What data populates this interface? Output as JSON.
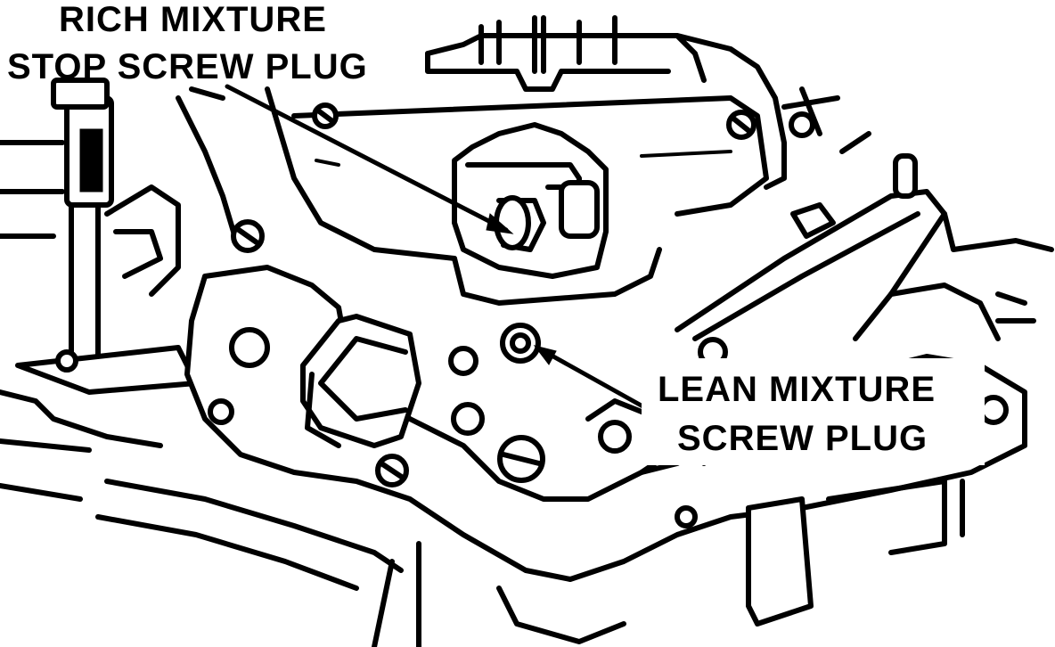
{
  "callouts": {
    "rich_plug": {
      "line1": "RICH MIXTURE",
      "line2": "STOP SCREW PLUG"
    },
    "lean_plug": {
      "line1": "LEAN MIXTURE",
      "line2": "SCREW PLUG"
    }
  },
  "colors": {
    "ink": "#000000",
    "paper": "#ffffff"
  }
}
